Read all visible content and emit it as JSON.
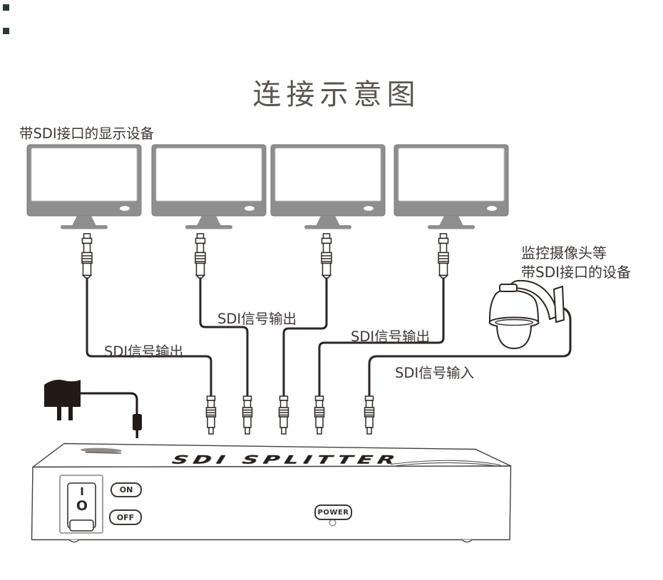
{
  "title": "连接示意图",
  "annotations": {
    "display_devices": "带SDI接口的显示设备",
    "camera_title": "监控摄像头等",
    "camera_subtitle": "带SDI接口的设备"
  },
  "cable_labels": {
    "output1": "SDI信号输出",
    "output2": "SDI信号输出",
    "output3": "SDI信号输出",
    "input": "SDI信号输入"
  },
  "device": {
    "top_text": "SDI SPLITTER",
    "switch": {
      "on_mark": "I",
      "off_mark": "O"
    },
    "on_label": "ON",
    "off_label": "OFF",
    "power_label": "POWER"
  },
  "icons": {
    "monitor": "gray flat-screen display shape",
    "bnc-connector": "coaxial BNC plug shape",
    "dome-camera": "PTZ dome camera with mount arm",
    "power-adapter": "black wall plug with DC barrel jack",
    "power-led": "small round indicator"
  },
  "colors": {
    "line": "#2e2824",
    "monitor_gray": "#8e8e8e",
    "label_text": "#3d3734",
    "title_text": "#595551",
    "adapter_black": "#221a16"
  }
}
